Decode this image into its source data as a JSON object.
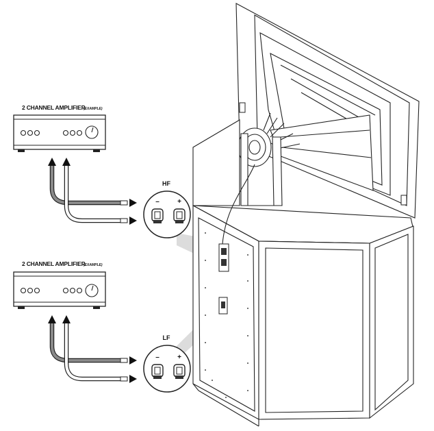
{
  "amplifiers": [
    {
      "title": "2 CHANNEL AMPLIFIER",
      "note": "(EXAMPLE)"
    },
    {
      "title": "2 CHANNEL AMPLIFIER",
      "note": "(EXAMPLE)"
    }
  ],
  "terminals": [
    {
      "label": "HF",
      "minus": "–",
      "plus": "+"
    },
    {
      "label": "LF",
      "minus": "–",
      "plus": "+"
    }
  ],
  "colors": {
    "line": "#222222",
    "cable_dark": "#7a7a7a",
    "callout_shade": "#d9d9d9"
  }
}
